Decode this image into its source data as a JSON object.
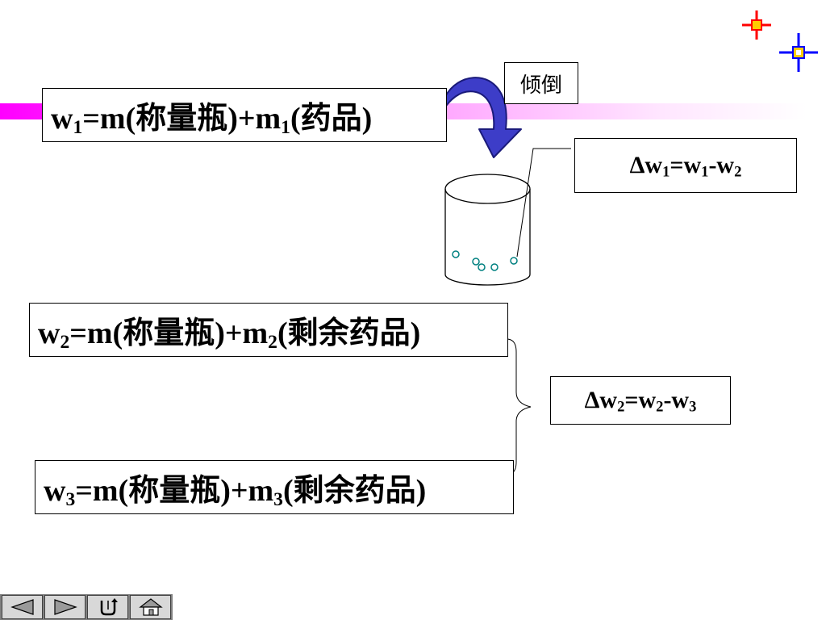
{
  "formulas": {
    "w1": {
      "lhs": "w",
      "lhs_sub": "1",
      "mid": "=m(称量瓶)+m",
      "mid_sub": "1",
      "rhs": "(药品)"
    },
    "w2": {
      "lhs": "w",
      "lhs_sub": "2",
      "mid": "=m(称量瓶)+m",
      "mid_sub": "2",
      "rhs": "(剩余药品)"
    },
    "w3": {
      "lhs": "w",
      "lhs_sub": "3",
      "mid": "=m(称量瓶)+m",
      "mid_sub": "3",
      "rhs": "(剩余药品)"
    }
  },
  "deltas": {
    "dw1": {
      "a": "Δw",
      "a_sub": "1",
      "b": "=w",
      "b_sub": "1",
      "c": "-w",
      "c_sub": "2"
    },
    "dw2": {
      "a": "Δw",
      "a_sub": "2",
      "b": "=w",
      "b_sub": "2",
      "c": "-w",
      "c_sub": "3"
    }
  },
  "pour_label": "倾倒",
  "colors": {
    "arrow_fill": "#3d3dc8",
    "arrow_dark": "#1a1a7a",
    "stripe": "#ff00ff",
    "corner_red": "#ff0000",
    "corner_yellow": "#ffcc00",
    "corner_blue": "#0000ff",
    "nav_button": "#d8d8d8"
  },
  "nav": {
    "buttons": [
      {
        "name": "prev-icon"
      },
      {
        "name": "next-icon"
      },
      {
        "name": "return-icon"
      },
      {
        "name": "home-icon"
      }
    ]
  }
}
